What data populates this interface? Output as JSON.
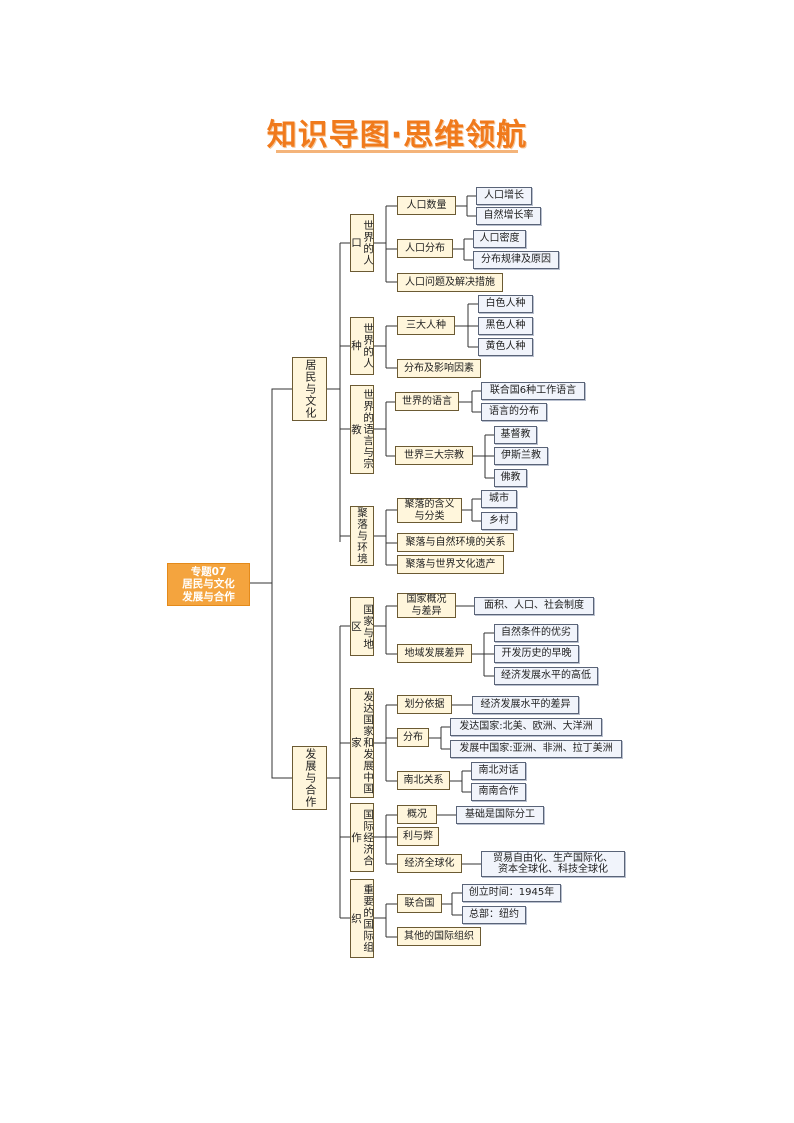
{
  "title": "知识导图·思维领航",
  "root": {
    "line1": "专题07",
    "line2": "居民与文化",
    "line3": "发展与合作"
  },
  "branches": {
    "resident": "居民与文化",
    "development": "发展与合作"
  },
  "groups": {
    "population": "世界的人口",
    "race": "世界的人种",
    "language": "世界的语言与宗教",
    "settlement": "聚落与环境",
    "country": "国家与地区",
    "developed": "发达国家和发展中国家",
    "cooperation": "国际经济合作",
    "organization": "重要的国际组织"
  },
  "topics": {
    "pop_count": "人口数量",
    "pop_dist": "人口分布",
    "pop_problem": "人口问题及解决措施",
    "three_races": "三大人种",
    "race_factors": "分布及影响因素",
    "world_lang": "世界的语言",
    "three_religions": "世界三大宗教",
    "settle_def_1": "聚落的含义",
    "settle_def_2": "与分类",
    "settle_nature": "聚落与自然环境的关系",
    "settle_heritage": "聚落与世界文化遗产",
    "country_overview_1": "国家概况",
    "country_overview_2": "与差异",
    "regional_diff": "地域发展差异",
    "basis": "划分依据",
    "distribution": "分布",
    "north_south": "南北关系",
    "overview": "概况",
    "pros_cons": "利与弊",
    "globalization": "经济全球化",
    "un": "联合国",
    "other_org": "其他的国际组织"
  },
  "leaves": {
    "pop_growth": "人口增长",
    "natural_rate": "自然增长率",
    "pop_density": "人口密度",
    "dist_law": "分布规律及原因",
    "white": "白色人种",
    "black": "黑色人种",
    "yellow": "黄色人种",
    "un_lang": "联合国6种工作语言",
    "lang_dist": "语言的分布",
    "christianity": "基督教",
    "islam": "伊斯兰教",
    "buddhism": "佛教",
    "city": "城市",
    "village": "乡村",
    "area_pop": "面积、人口、社会制度",
    "nature_cond": "自然条件的优劣",
    "dev_history": "开发历史的早晚",
    "econ_level": "经济发展水平的高低",
    "econ_gap": "经济发展水平的差异",
    "developed_dist": "发达国家:北美、欧洲、大洋洲",
    "developing_dist": "发展中国家:亚洲、非洲、拉丁美洲",
    "ns_dialogue": "南北对话",
    "ss_coop": "南南合作",
    "division_labor": "基础是国际分工",
    "trade_1": "贸易自由化、生产国际化、",
    "trade_2": "资本全球化、科技全球化",
    "founded": "创立时间：1945年",
    "hq": "总部：纽约"
  },
  "colors": {
    "title": "#f07a1c",
    "root": "#f4a43e",
    "box_fill": "#fff6dc",
    "leaf_fill": "#f1f4fb",
    "line": "#333333"
  }
}
